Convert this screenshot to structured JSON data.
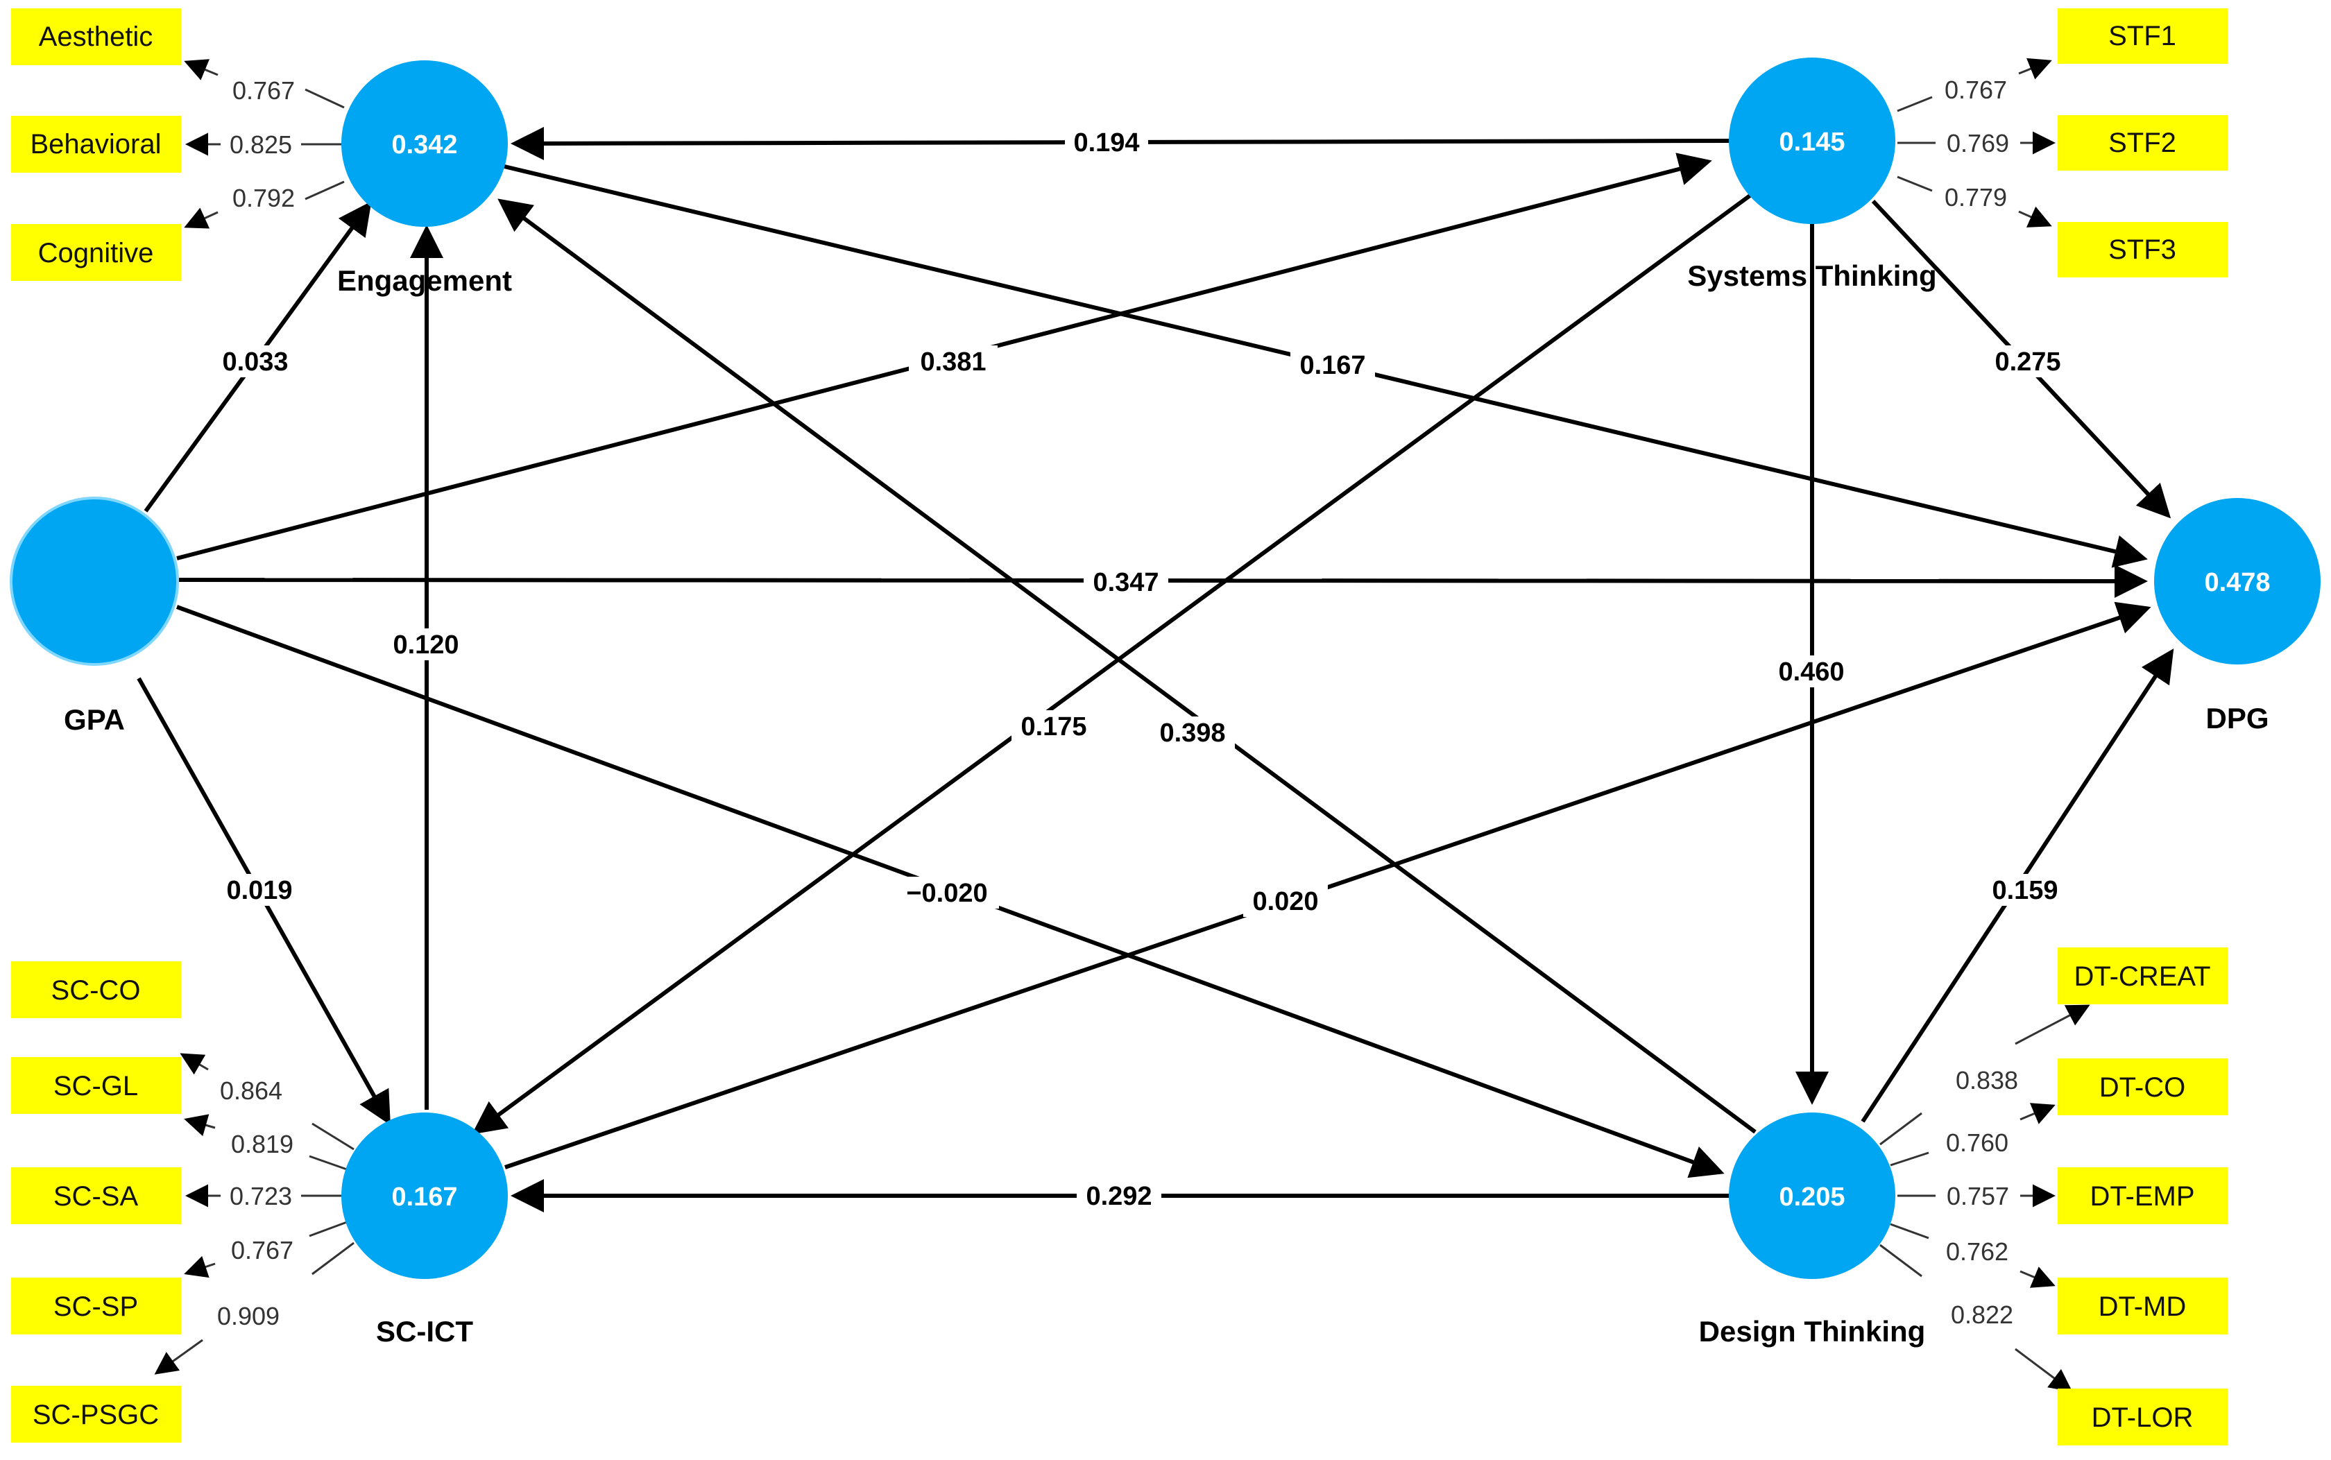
{
  "colors": {
    "construct": "#00a6f2",
    "indicator": "#ffff00",
    "path": "#000000"
  },
  "constructs": {
    "engagement": {
      "name": "Engagement",
      "r2": "0.342"
    },
    "systems": {
      "name": "Systems Thinking",
      "r2": "0.145"
    },
    "gpa": {
      "name": "GPA",
      "r2": ""
    },
    "dpg": {
      "name": "DPG",
      "r2": "0.478"
    },
    "scict": {
      "name": "SC-ICT",
      "r2": "0.167"
    },
    "design": {
      "name": "Design Thinking",
      "r2": "0.205"
    }
  },
  "indicators": {
    "aesthetic": "Aesthetic",
    "behavioral": "Behavioral",
    "cognitive": "Cognitive",
    "stf1": "STF1",
    "stf2": "STF2",
    "stf3": "STF3",
    "scco": "SC-CO",
    "scgl": "SC-GL",
    "scsa": "SC-SA",
    "scsp": "SC-SP",
    "scpsgc": "SC-PSGC",
    "dtcreat": "DT-CREAT",
    "dtco": "DT-CO",
    "dtemp": "DT-EMP",
    "dtmd": "DT-MD",
    "dtlor": "DT-LOR"
  },
  "loadings": {
    "aesthetic": "0.767",
    "behavioral": "0.825",
    "cognitive": "0.792",
    "stf1": "0.767",
    "stf2": "0.769",
    "stf3": "0.779",
    "scco": "0.864",
    "scgl": "0.819",
    "scsa": "0.723",
    "scsp": "0.767",
    "scpsgc": "0.909",
    "dtcreat": "0.838",
    "dtco": "0.760",
    "dtemp": "0.757",
    "dtmd": "0.762",
    "dtlor": "0.822"
  },
  "paths": {
    "systems_engagement": "0.194",
    "gpa_engagement": "0.033",
    "gpa_systems": "0.381",
    "engagement_dpg": "0.167",
    "systems_dpg": "0.275",
    "gpa_dpg": "0.347",
    "scict_engagement": "0.120",
    "systems_scict": "0.175",
    "design_engagement": "0.398",
    "systems_design": "0.460",
    "gpa_scict": "0.019",
    "gpa_design": "−0.020",
    "scict_dpg": "0.020",
    "design_dpg": "0.159",
    "design_scict": "0.292"
  }
}
